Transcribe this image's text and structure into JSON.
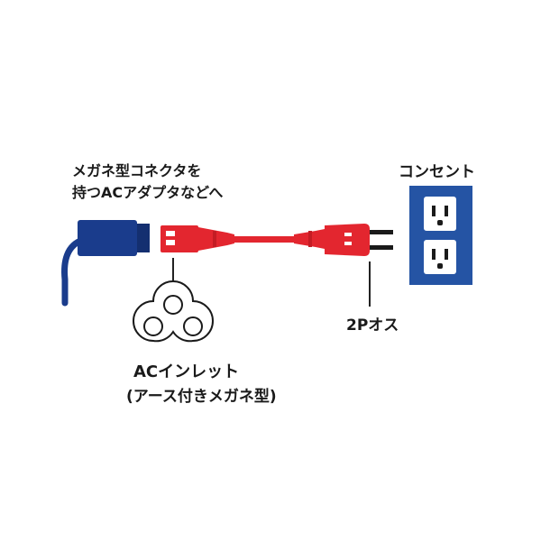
{
  "labels": {
    "adapter_line1": "メガネ型コネクタを",
    "adapter_line2": "持つACアダプタなどへ",
    "outlet": "コンセント",
    "plug": "2Pオス",
    "inlet_line1": "ACインレット",
    "inlet_line2": "(アース付きメガネ型)"
  },
  "colors": {
    "adapter_blue": "#1a3c8c",
    "cable_red": "#e3262f",
    "outlet_blue": "#2554a4",
    "leader": "#222222"
  },
  "icons": {
    "inlet": "three-circle-ac-inlet-icon",
    "outlet": "duplex-outlet-icon"
  }
}
